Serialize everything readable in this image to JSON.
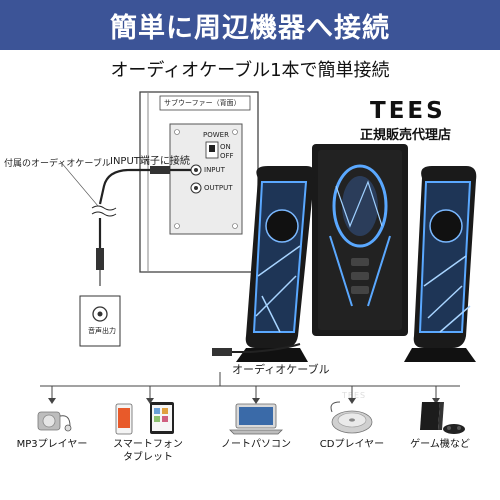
{
  "banner": {
    "title": "簡単に周辺機器へ接続"
  },
  "subtitle": "オーディオケーブル1本で簡単接続",
  "brand": {
    "name": "TEES",
    "tagline": "正規販売代理店"
  },
  "diagram": {
    "panel_title": "サブウーファー（背面）",
    "input_terminal_label": "INPUT端子に接続",
    "included_cable_label": "付属のオーディオケーブル",
    "audio_out_label": "音声出力",
    "power_label": "POWER",
    "on_label": "ON",
    "off_label": "OFF",
    "input_label": "INPUT",
    "output_label": "OUTPUT",
    "speaker_brand": "TEES"
  },
  "audio_cable_label": "オーディオケーブル",
  "devices": [
    {
      "label": "MP3プレイヤー",
      "icon": "mp3-player-icon"
    },
    {
      "label": "スマートフォン\nタブレット",
      "icon": "smartphone-tablet-icon"
    },
    {
      "label": "ノートパソコン",
      "icon": "laptop-icon"
    },
    {
      "label": "CDプレイヤー",
      "icon": "cd-player-icon"
    },
    {
      "label": "ゲーム機など",
      "icon": "game-console-icon"
    }
  ],
  "colors": {
    "banner": "#3c5497",
    "speaker_glow": "#5aa8ff",
    "speaker_body": "#1a1a1a"
  }
}
